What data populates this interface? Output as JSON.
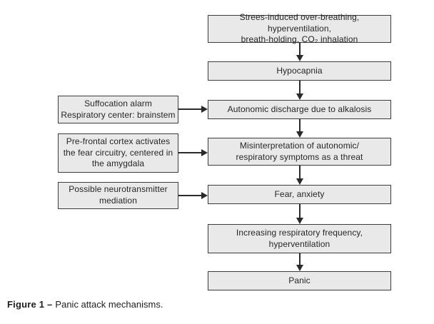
{
  "palette": {
    "box_fill": "#e9e9ea",
    "box_border": "#3c3c40",
    "arrow_color": "#2a2a2c",
    "text_color": "#26262a",
    "background": "#ffffff"
  },
  "caption": {
    "label": "Figure 1 –",
    "text": "Panic attack mechanisms."
  },
  "flowchart": {
    "main_boxes": [
      {
        "name": "stress-induced",
        "lines": [
          "Strees-induced over-breathing, hyperventilation,",
          "breath-holding, CO₂ inhalation"
        ]
      },
      {
        "name": "hypocapnia",
        "lines": [
          "Hypocapnia"
        ]
      },
      {
        "name": "autonomic-discharge",
        "lines": [
          "Autonomic discharge due to alkalosis"
        ]
      },
      {
        "name": "misinterpretation",
        "lines": [
          "Misinterpretation of autonomic/",
          "respiratory symptoms as a threat"
        ]
      },
      {
        "name": "fear-anxiety",
        "lines": [
          "Fear, anxiety"
        ]
      },
      {
        "name": "increasing-respiratory",
        "lines": [
          "Increasing respiratory frequency,",
          "hyperventilation"
        ]
      },
      {
        "name": "panic",
        "lines": [
          "Panic"
        ]
      }
    ],
    "side_boxes": [
      {
        "name": "suffocation-alarm",
        "lines": [
          "Suffocation alarm",
          "Respiratory center: brainstem"
        ]
      },
      {
        "name": "prefrontal-cortex",
        "lines": [
          "Pre-frontal cortex activates",
          "the fear circuitry, centered in",
          "the amygdala"
        ]
      },
      {
        "name": "neurotransmitter-mediation",
        "lines": [
          "Possible neurotransmitter",
          "mediation"
        ]
      }
    ]
  }
}
